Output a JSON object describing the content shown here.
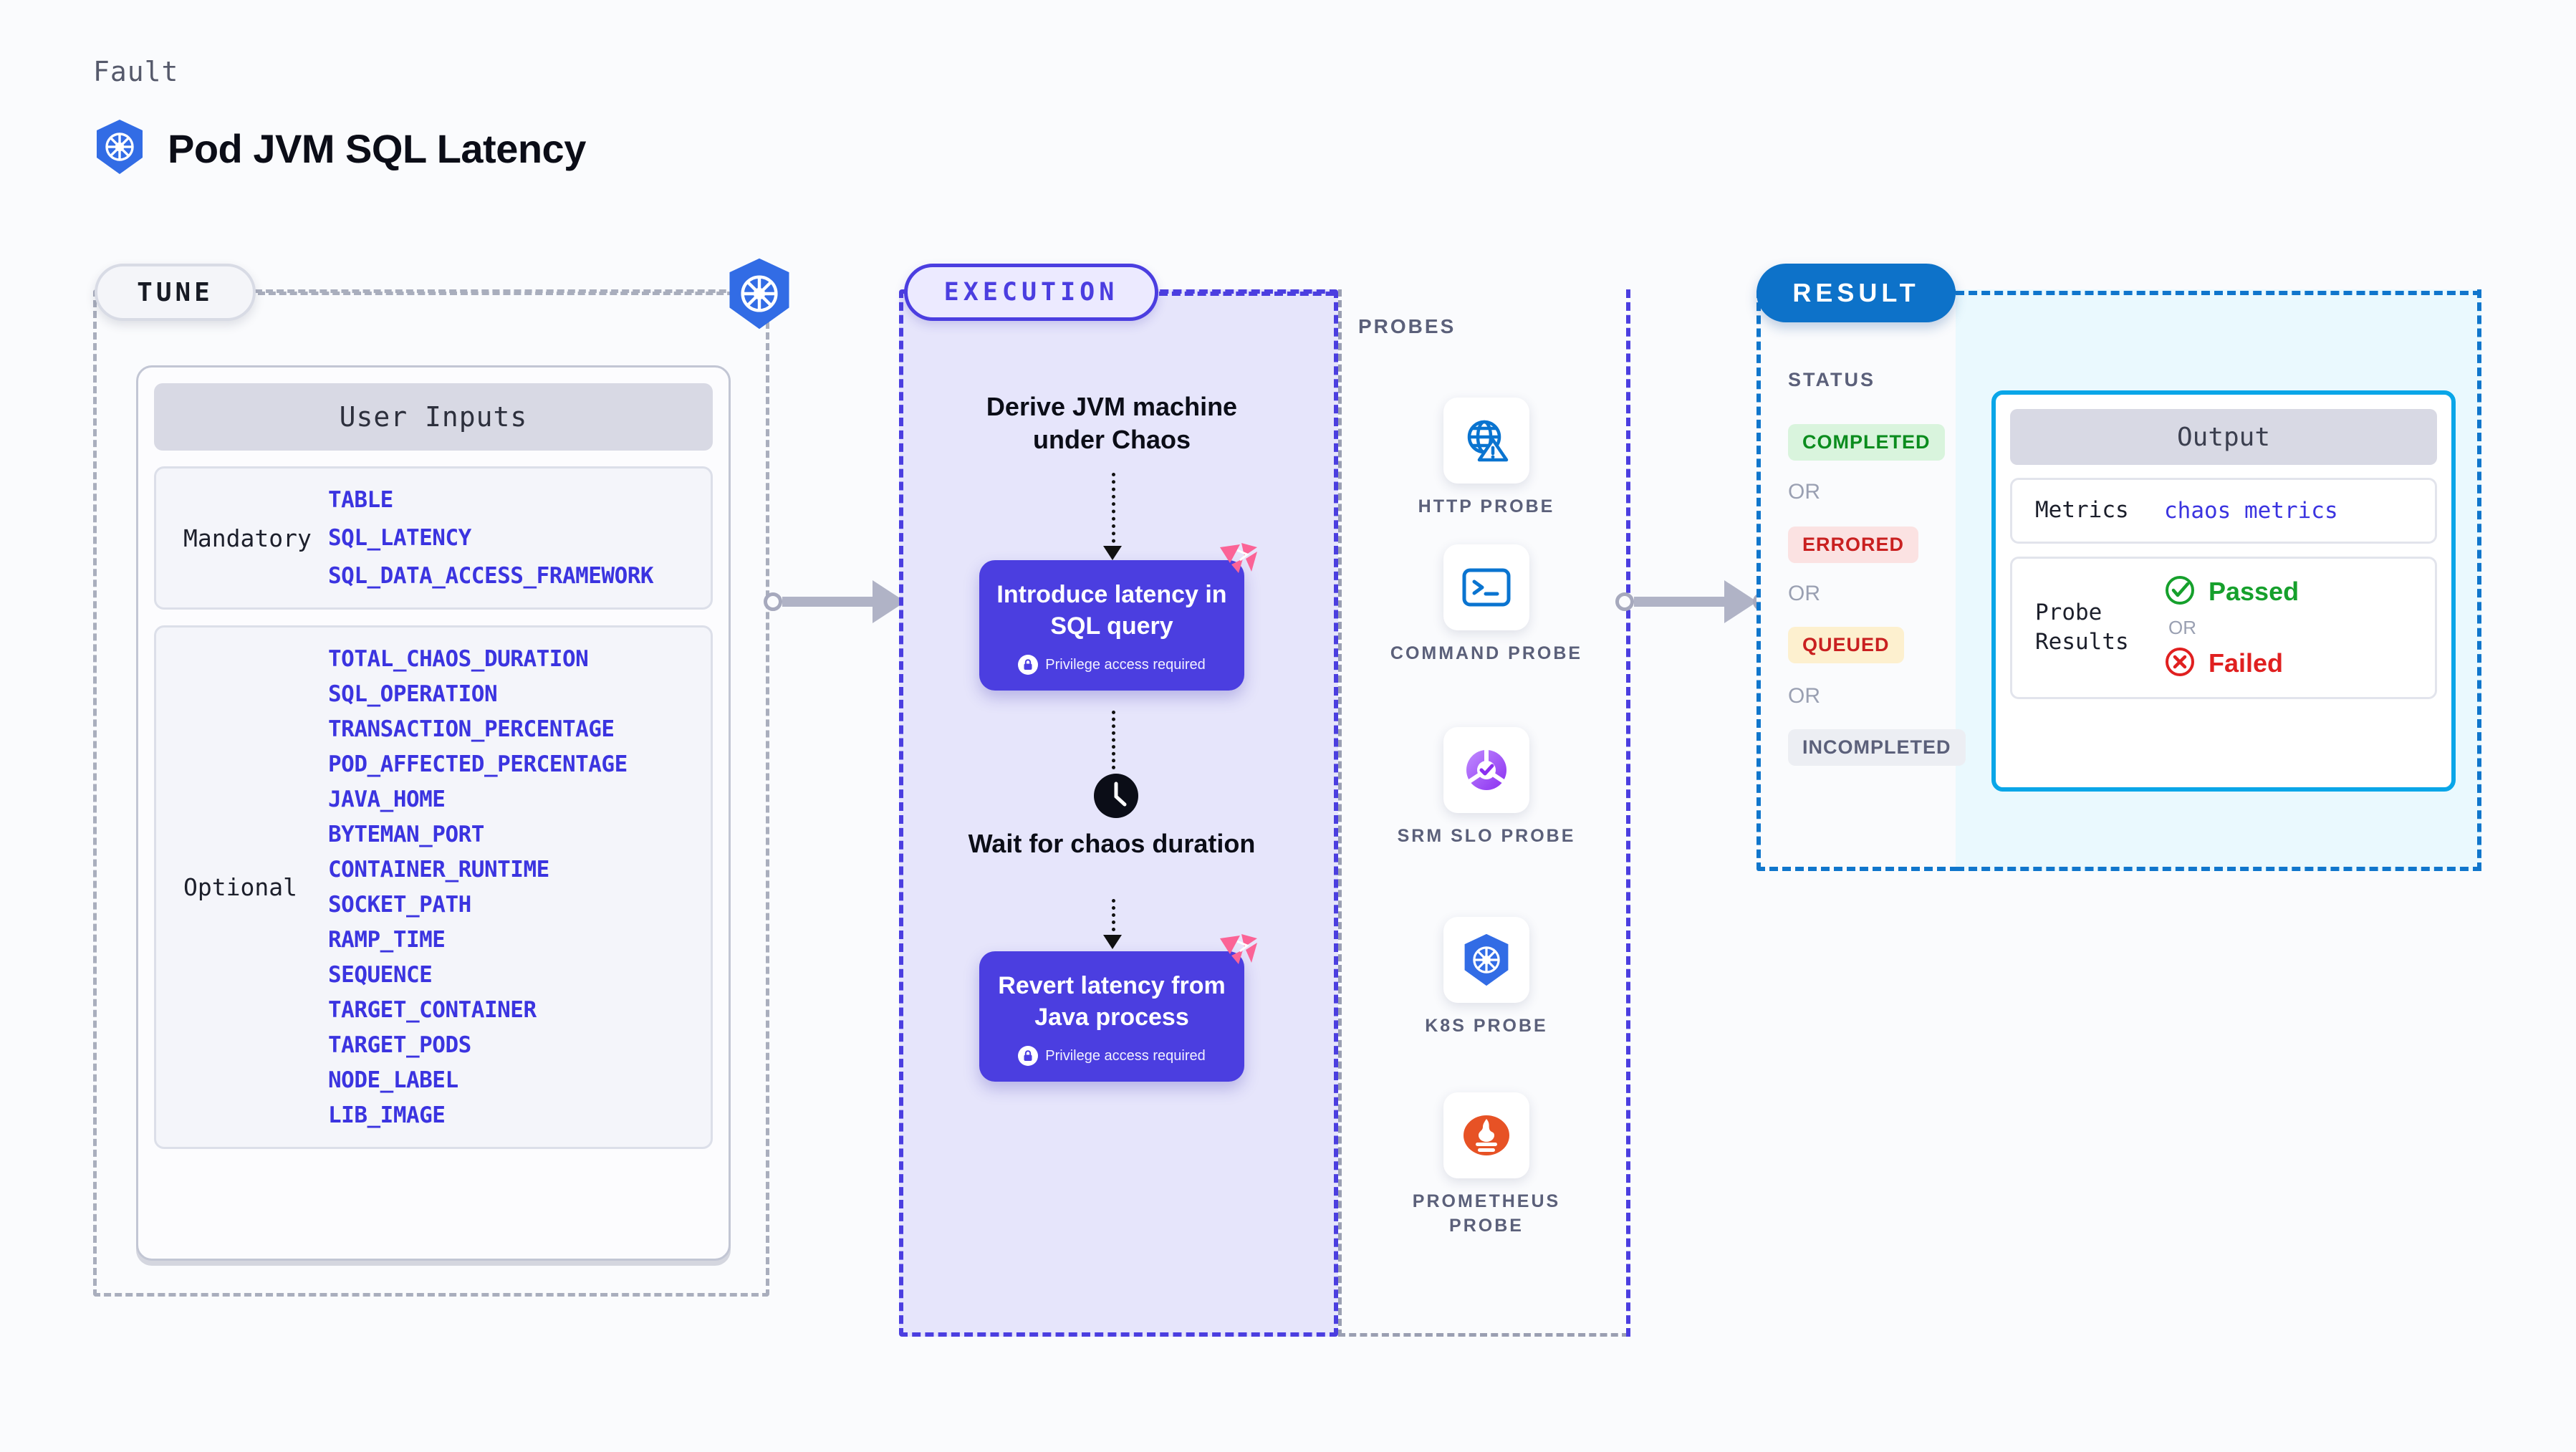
{
  "header": {
    "kicker": "Fault",
    "title": "Pod JVM SQL Latency",
    "icon": "kubernetes-icon"
  },
  "tune": {
    "pill_label": "TUNE",
    "k8s_icon": "kubernetes-icon",
    "card_header": "User Inputs",
    "groups": [
      {
        "label": "Mandatory",
        "params": [
          "TABLE",
          "SQL_LATENCY",
          "SQL_DATA_ACCESS_FRAMEWORK"
        ]
      },
      {
        "label": "Optional",
        "params": [
          "TOTAL_CHAOS_DURATION",
          "SQL_OPERATION",
          "TRANSACTION_PERCENTAGE",
          "POD_AFFECTED_PERCENTAGE",
          "JAVA_HOME",
          "BYTEMAN_PORT",
          "CONTAINER_RUNTIME",
          "SOCKET_PATH",
          "RAMP_TIME",
          "SEQUENCE",
          "TARGET_CONTAINER",
          "TARGET_PODS",
          "NODE_LABEL",
          "LIB_IMAGE"
        ]
      }
    ]
  },
  "execution": {
    "pill_label": "EXECUTION",
    "derive_text": "Derive JVM machine under Chaos",
    "wait_text": "Wait for chaos duration",
    "clock_icon": "clock-icon",
    "steps": [
      {
        "title": "Introduce latency in SQL query",
        "privilege": "Privilege access required",
        "lock_icon": "lock-icon",
        "badge_icon": "litmus-logo-icon"
      },
      {
        "title": "Revert latency from Java process",
        "privilege": "Privilege access required",
        "lock_icon": "lock-icon",
        "badge_icon": "litmus-logo-icon"
      }
    ]
  },
  "probes": {
    "section_label": "PROBES",
    "items": [
      {
        "label": "HTTP PROBE",
        "icon": "globe-warning-icon"
      },
      {
        "label": "COMMAND PROBE",
        "icon": "terminal-icon"
      },
      {
        "label": "SRM SLO PROBE",
        "icon": "srm-slo-icon"
      },
      {
        "label": "K8S PROBE",
        "icon": "kubernetes-icon"
      },
      {
        "label": "PROMETHEUS PROBE",
        "icon": "prometheus-icon"
      }
    ]
  },
  "result": {
    "pill_label": "RESULT",
    "status_label": "STATUS",
    "or_label": "OR",
    "statuses": [
      {
        "label": "COMPLETED",
        "bg": "#d9f4dd",
        "fg": "#0b8c1e"
      },
      {
        "label": "ERRORED",
        "bg": "#fbe2e2",
        "fg": "#c92020"
      },
      {
        "label": "QUEUED",
        "bg": "#fdf0cf",
        "fg": "#c92020"
      },
      {
        "label": "INCOMPLETED",
        "bg": "#eceef3",
        "fg": "#5b607a"
      }
    ],
    "output": {
      "header": "Output",
      "metrics_key": "Metrics",
      "metrics_value": "chaos metrics",
      "probe_results_key": "Probe Results",
      "passed_label": "Passed",
      "failed_label": "Failed",
      "or_label": "OR",
      "passed_icon": "check-circle-icon",
      "failed_icon": "x-circle-icon"
    }
  },
  "colors": {
    "accent_purple": "#4b3ee0",
    "accent_blue": "#0d72c9",
    "accent_cyan": "#0aa6e8",
    "param_blue": "#3b34e0",
    "k8s_blue": "#326ce5",
    "litmus_pink": "#fb6396"
  }
}
